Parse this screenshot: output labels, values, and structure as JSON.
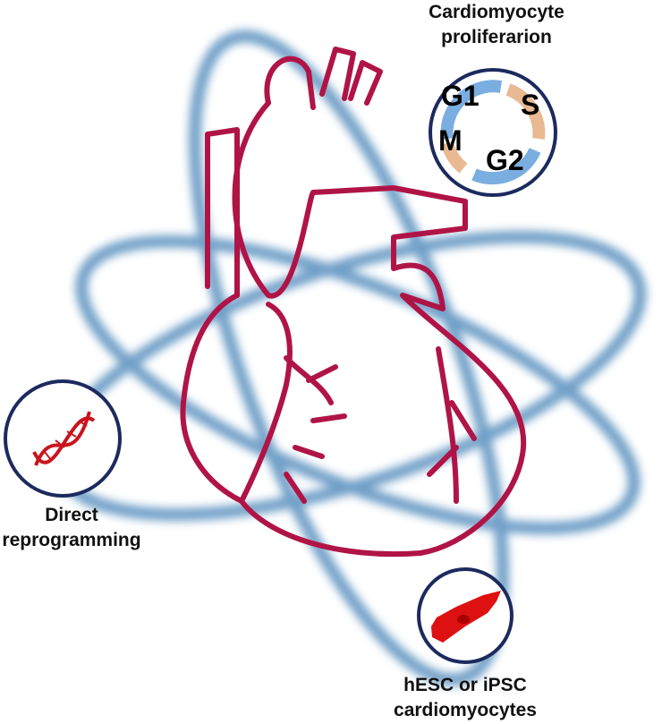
{
  "labels": {
    "proliferation": [
      "Cardiomyocyte",
      "proliferarion"
    ],
    "reprogramming": [
      "Direct",
      "reprogramming"
    ],
    "stem_cells": [
      "hESC or iPSC",
      "cardiomyocytes"
    ]
  },
  "cell_cycle_phases": [
    "G1",
    "S",
    "G2",
    "M"
  ],
  "colors": {
    "heart": "#b01446",
    "orbit": "#3f7fb5",
    "circle_border": "#1c2a5e",
    "arrow_blue": "#7aaee0",
    "arrow_tan": "#e8b992",
    "cell_red": "#dd1111"
  }
}
